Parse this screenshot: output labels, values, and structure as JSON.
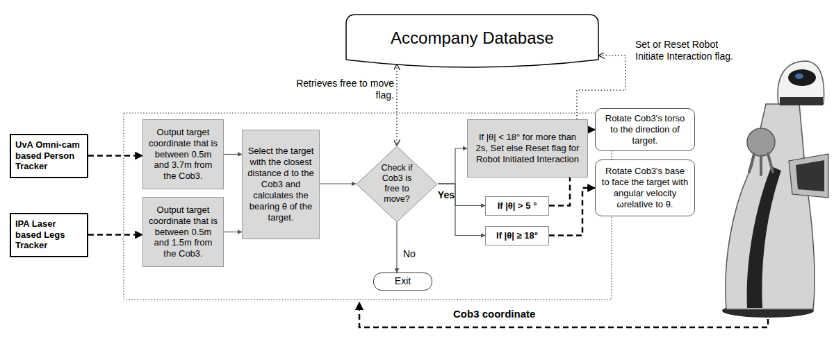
{
  "diagram": {
    "nodes": [
      {
        "text": [
          "Accompany Database"
        ]
      },
      {
        "text": [
          "UvA Omni-cam based Person Tracker"
        ]
      },
      {
        "text": [
          "IPA Laser based Legs Tracker"
        ]
      },
      {
        "text": [
          "Output target coordinate that is between 0.5m and 3.7m from the Cob3."
        ]
      },
      {
        "text": [
          "Output target coordinate that is between 0.5m and 1.5m from the Cob3."
        ]
      },
      {
        "text": [
          "Select the target with the closest distance d to the Cob3 and calculates the bearing θ of the target."
        ]
      },
      {
        "text": [
          "Check if Cob3 is free to move?"
        ]
      },
      {
        "text": [
          "Exit"
        ]
      },
      {
        "text": [
          "If |θ| < 18° for more than 2s, Set else Reset flag for Robot Initiated Interaction"
        ]
      },
      {
        "text": [
          "If |θ| > 5 °"
        ]
      },
      {
        "text": [
          "If |θ| ≥ 18°"
        ]
      },
      {
        "text": [
          "Rotate Cob3's torso to the direction of target."
        ]
      },
      {
        "text": [
          "Rotate Cob3's base to face the target with angular velocity ωrelative to θ."
        ]
      }
    ],
    "edges": [
      {
        "from": 1,
        "to": 3,
        "arrow": "to"
      },
      {
        "from": 2,
        "to": 4,
        "arrow": "to"
      },
      {
        "from": 3,
        "to": 5,
        "arrow": "to"
      },
      {
        "from": 4,
        "to": 5,
        "arrow": "to"
      },
      {
        "from": 5,
        "to": 6,
        "arrow": "to"
      },
      {
        "from": 0,
        "to": 6,
        "arrow": "both",
        "label": "Retrieves free to move flag."
      },
      {
        "from": 6,
        "to": 7,
        "arrow": "to",
        "label": "No"
      },
      {
        "from": 6,
        "to": 8,
        "arrow": "to"
      },
      {
        "from": 6,
        "to": 9,
        "arrow": "to",
        "label": "Yes"
      },
      {
        "from": 6,
        "to": 10,
        "arrow": "to"
      },
      {
        "from": 8,
        "to": 0,
        "arrow": "to",
        "label": "Set or Reset Robot Initiate Interaction flag."
      },
      {
        "from": 9,
        "to": 11,
        "arrow": "to"
      },
      {
        "from": 10,
        "to": 12,
        "arrow": "to"
      }
    ],
    "labels": [
      "Cob3 coordinate"
    ]
  }
}
